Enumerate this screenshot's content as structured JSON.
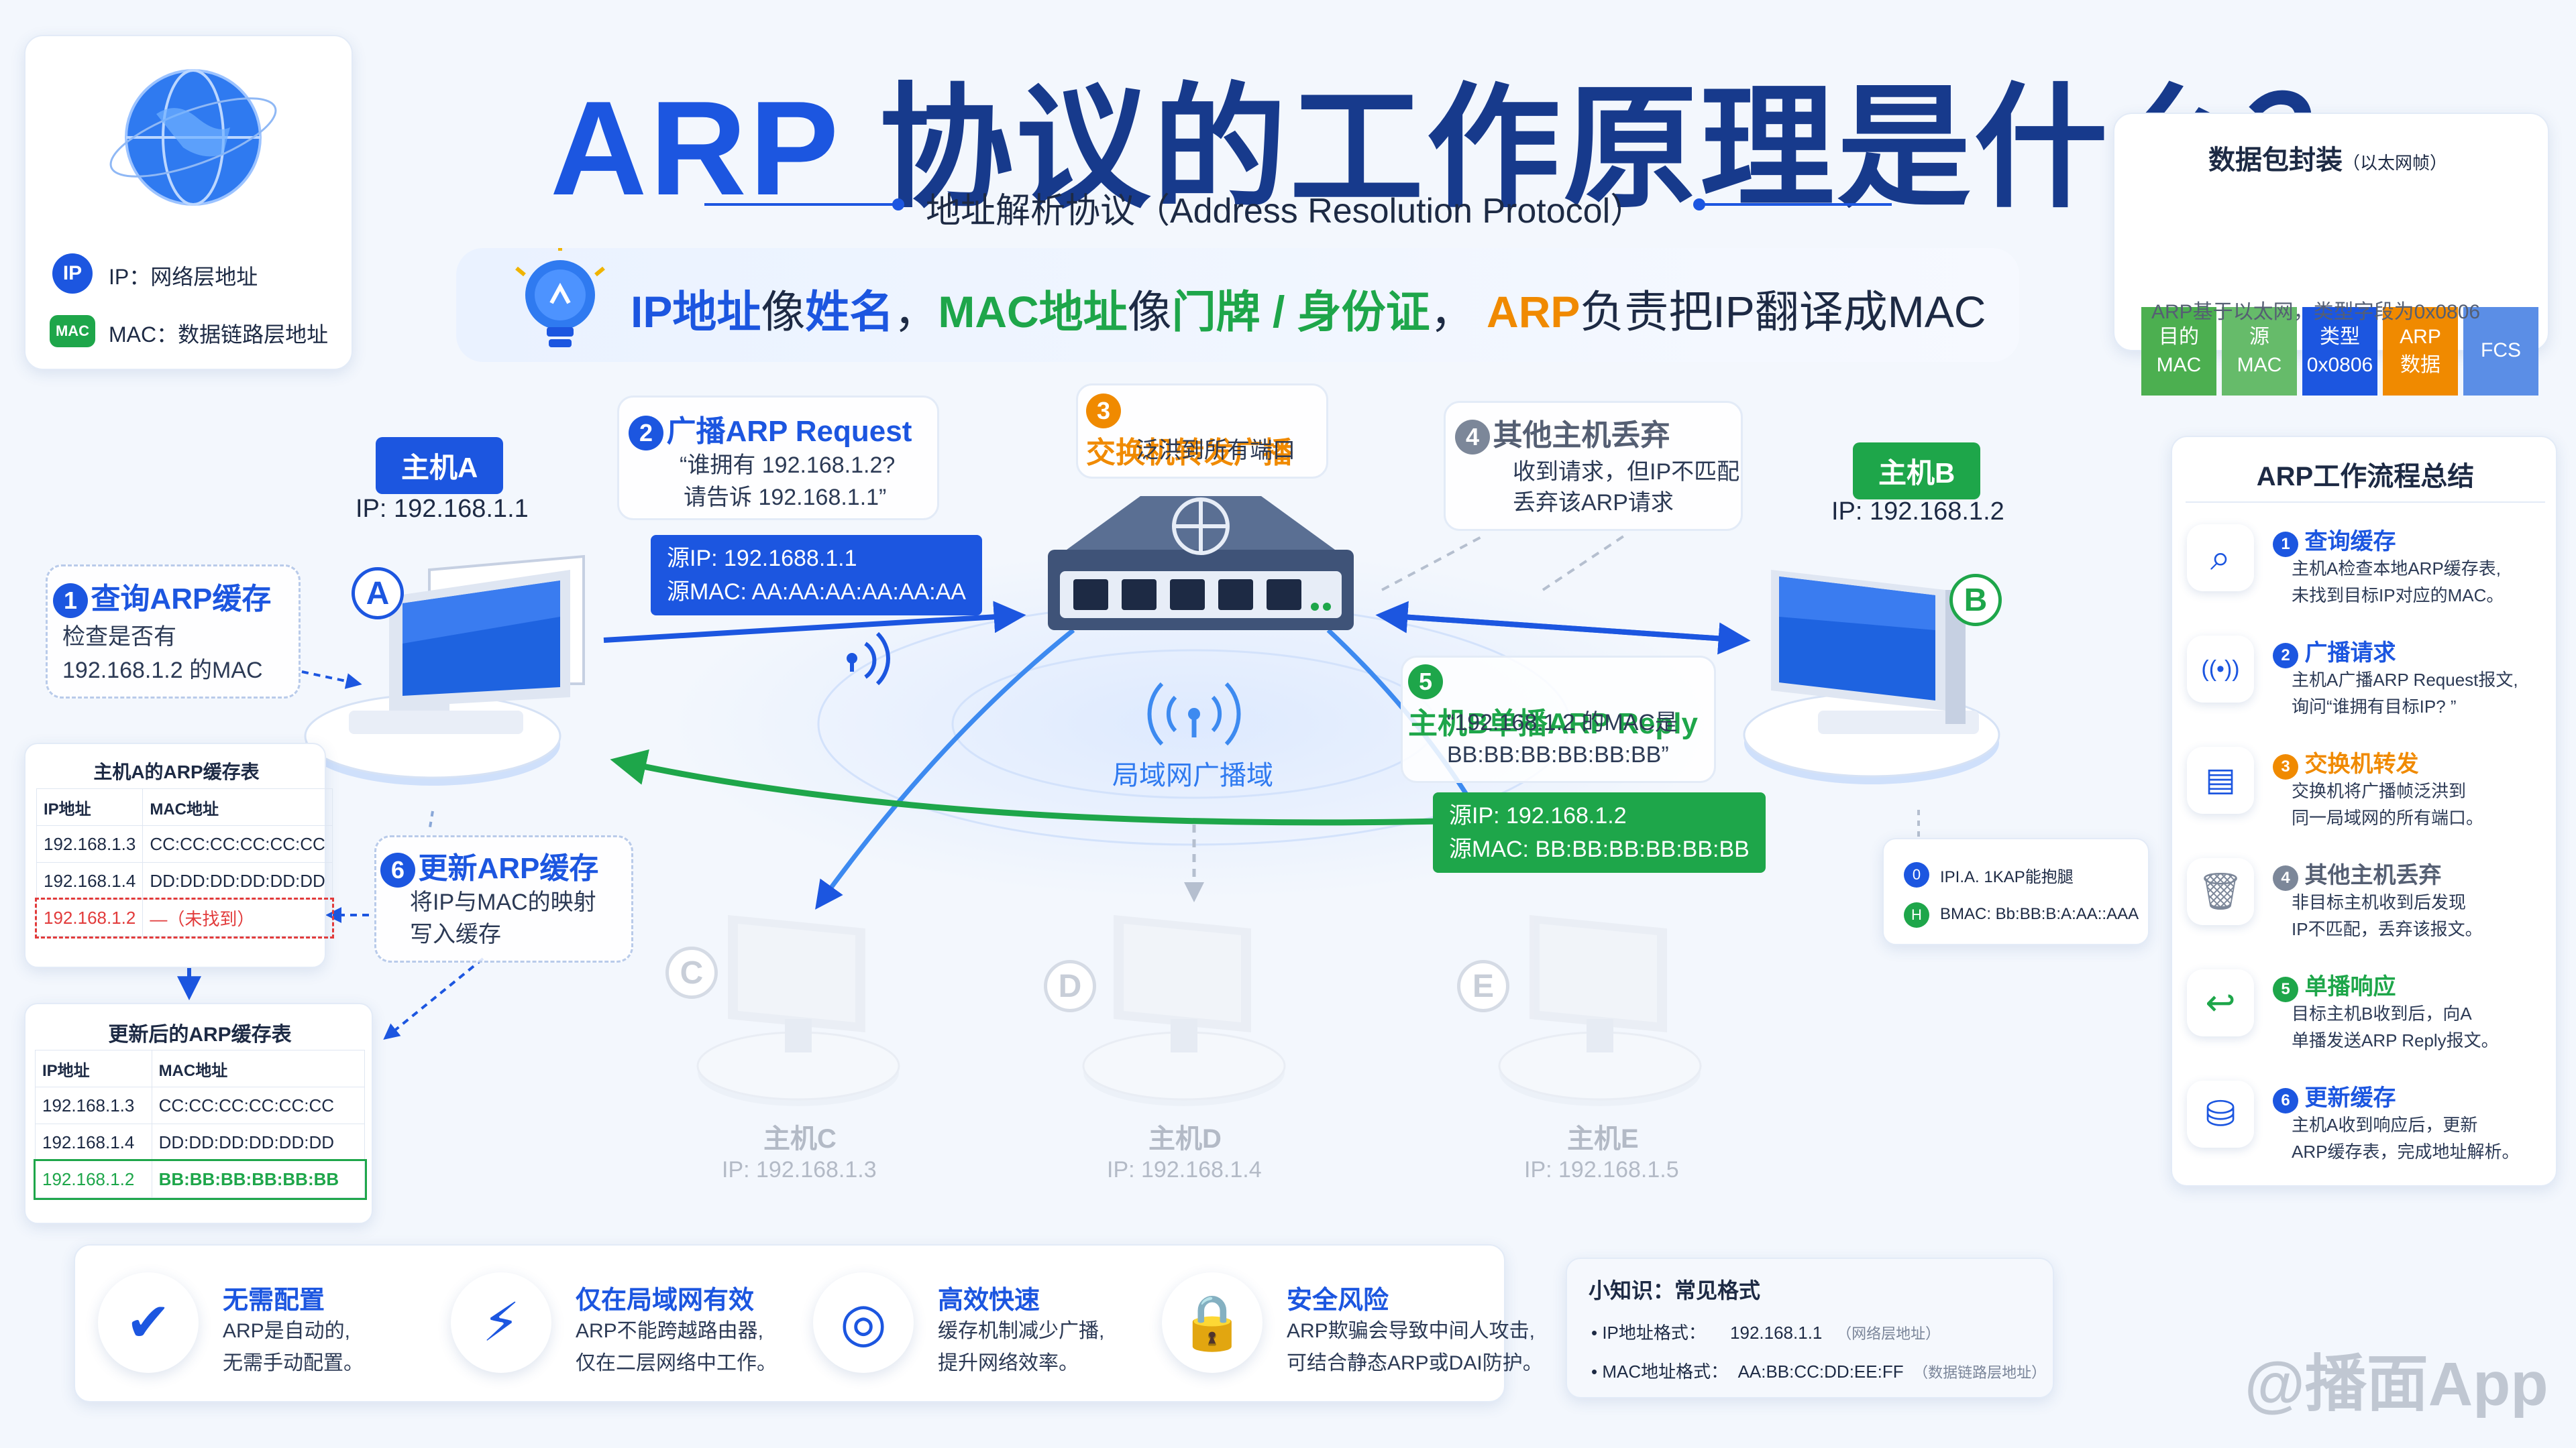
{
  "title": {
    "arp": "ARP",
    "rest": " 协议的工作原理是什么？"
  },
  "subtitle": "地址解析协议（Address Resolution Protocol）",
  "slogan": {
    "p1": "IP地址",
    "p2": "像",
    "p3": "姓名",
    "p4": "，",
    "p5": "MAC地址",
    "p6": "像",
    "p7": "门牌 / 身份证",
    "p8": "，",
    "p9": "ARP",
    "p10": "负责把IP翻译成MAC"
  },
  "legend": {
    "ip_badge": "IP",
    "ip_text": "IP：网络层地址",
    "mac_badge": "MAC",
    "mac_text": "MAC：数据链路层地址"
  },
  "packet": {
    "title": "数据包封装",
    "title_note": "（以太网帧）",
    "fields": [
      {
        "l1": "目的",
        "l2": "MAC",
        "color": "#4caf50"
      },
      {
        "l1": "源",
        "l2": "MAC",
        "color": "#66bb6a"
      },
      {
        "l1": "类型",
        "l2": "0x0806",
        "color": "#1c56e0"
      },
      {
        "l1": "ARP",
        "l2": "数据",
        "color": "#f08a00"
      },
      {
        "l1": "FCS",
        "l2": "",
        "color": "#5b8ee6"
      }
    ],
    "note": "ARP基于以太网，类型字段为0x0806"
  },
  "hosts": {
    "a": {
      "label": "主机A",
      "ip": "IP: 192.168.1.1",
      "letter": "A"
    },
    "b": {
      "label": "主机B",
      "ip": "IP: 192.168.1.2",
      "letter": "B"
    },
    "c": {
      "label": "主机C",
      "ip": "IP: 192.168.1.3",
      "letter": "C"
    },
    "d": {
      "label": "主机D",
      "ip": "IP: 192.168.1.4",
      "letter": "D"
    },
    "e": {
      "label": "主机E",
      "ip": "IP: 192.168.1.5",
      "letter": "E"
    }
  },
  "steps": {
    "s1": {
      "n": "1",
      "title": "查询ARP缓存",
      "b1": "检查是否有",
      "b2": "192.168.1.2 的MAC"
    },
    "s2": {
      "n": "2",
      "title": "广播ARP Request",
      "b1": "“谁拥有 192.168.1.2?",
      "b2": "请告诉 192.168.1.1”"
    },
    "s3": {
      "n": "3",
      "title": "交换机转发广播",
      "b1": "泛洪到所有端口"
    },
    "s4": {
      "n": "4",
      "title": "其他主机丢弃",
      "b1": "收到请求，但IP不匹配",
      "b2": "丢弃该ARP请求"
    },
    "s5": {
      "n": "5",
      "title": "主机B单播ARP Reply",
      "b1": "“192.168.1.2 的MAC是",
      "b2": "BB:BB:BB:BB:BB:BB”"
    },
    "s6": {
      "n": "6",
      "title": "更新ARP缓存",
      "b1": "将IP与MAC的映射",
      "b2": "写入缓存"
    }
  },
  "tags": {
    "req1": "源IP: 192.1688.1.1",
    "req2": "源MAC: AA:AA:AA:AA:AA:AA",
    "rep1": "源IP: 192.168.1.2",
    "rep2": "源MAC: BB:BB:BB:BB:BB:BB"
  },
  "broadcast_label": "局域网广播域",
  "b_info": {
    "l1": "IPI.A. 1KAP能抱腿",
    "l2": "BMAC: Bb:BB:B:A:AA::AAA",
    "i1": "0",
    "i2": "H"
  },
  "cache_table": {
    "title": "主机A的ARP缓存表",
    "headers": [
      "IP地址",
      "MAC地址"
    ],
    "rows": [
      [
        "192.168.1.3",
        "CC:CC:CC:CC:CC:CC"
      ],
      [
        "192.168.1.4",
        "DD:DD:DD:DD:DD:DD"
      ],
      [
        "192.168.1.2",
        "—（未找到）"
      ]
    ]
  },
  "updated_table": {
    "title": "更新后的ARP缓存表",
    "headers": [
      "IP地址",
      "MAC地址"
    ],
    "rows": [
      [
        "192.168.1.3",
        "CC:CC:CC:CC:CC:CC"
      ],
      [
        "192.168.1.4",
        "DD:DD:DD:DD:DD:DD"
      ],
      [
        "192.168.1.2",
        "BB:BB:BB:BB:BB:BB"
      ]
    ]
  },
  "summary": {
    "title": "ARP工作流程总结",
    "items": [
      {
        "n": "1",
        "icon": "search-icon",
        "glyph": "⌕",
        "t": "查询缓存",
        "b1": "主机A检查本地ARP缓存表,",
        "b2": "未找到目标IP对应的MAC。"
      },
      {
        "n": "2",
        "icon": "broadcast-icon",
        "glyph": "((•))",
        "t": "广播请求",
        "b1": "主机A广播ARP Request报文,",
        "b2": "询问“谁拥有目标IP? ”"
      },
      {
        "n": "3",
        "icon": "switch-icon",
        "glyph": "▤",
        "t": "交换机转发",
        "b1": "交换机将广播帧泛洪到",
        "b2": "同一局域网的所有端口。"
      },
      {
        "n": "4",
        "icon": "trash-icon",
        "glyph": "🗑",
        "t": "其他主机丢弃",
        "b1": "非目标主机收到后发现",
        "b2": "IP不匹配，丢弃该报文。"
      },
      {
        "n": "5",
        "icon": "reply-icon",
        "glyph": "↩",
        "t": "单播响应",
        "b1": "目标主机B收到后，向A",
        "b2": "单播发送ARP Reply报文。"
      },
      {
        "n": "6",
        "icon": "database-icon",
        "glyph": "⛁",
        "t": "更新缓存",
        "b1": "主机A收到响应后，更新",
        "b2": "ARP缓存表，完成地址解析。"
      }
    ]
  },
  "features": [
    {
      "icon": "shield-icon",
      "glyph": "✔",
      "t": "无需配置",
      "b1": "ARP是自动的,",
      "b2": "无需手动配置。"
    },
    {
      "icon": "lightning-icon",
      "glyph": "⚡",
      "t": "仅在局域网有效",
      "b1": "ARP不能跨越路由器,",
      "b2": "仅在二层网络中工作。"
    },
    {
      "icon": "target-icon",
      "glyph": "◎",
      "t": "高效快速",
      "b1": "缓存机制减少广播,",
      "b2": "提升网络效率。"
    },
    {
      "icon": "lock-icon",
      "glyph": "🔒",
      "t": "安全风险",
      "b1": "ARP欺骗会导致中间人攻击,",
      "b2": "可结合静态ARP或DAI防护。"
    }
  ],
  "tips": {
    "title": "小知识：常见格式",
    "r1k": "IP地址格式：",
    "r1v": "192.168.1.1",
    "r1n": "（网络层地址）",
    "r2k": "MAC地址格式：",
    "r2v": "AA:BB:CC:DD:EE:FF",
    "r2n": "（数据链路层地址）"
  },
  "watermark": "@播面App"
}
